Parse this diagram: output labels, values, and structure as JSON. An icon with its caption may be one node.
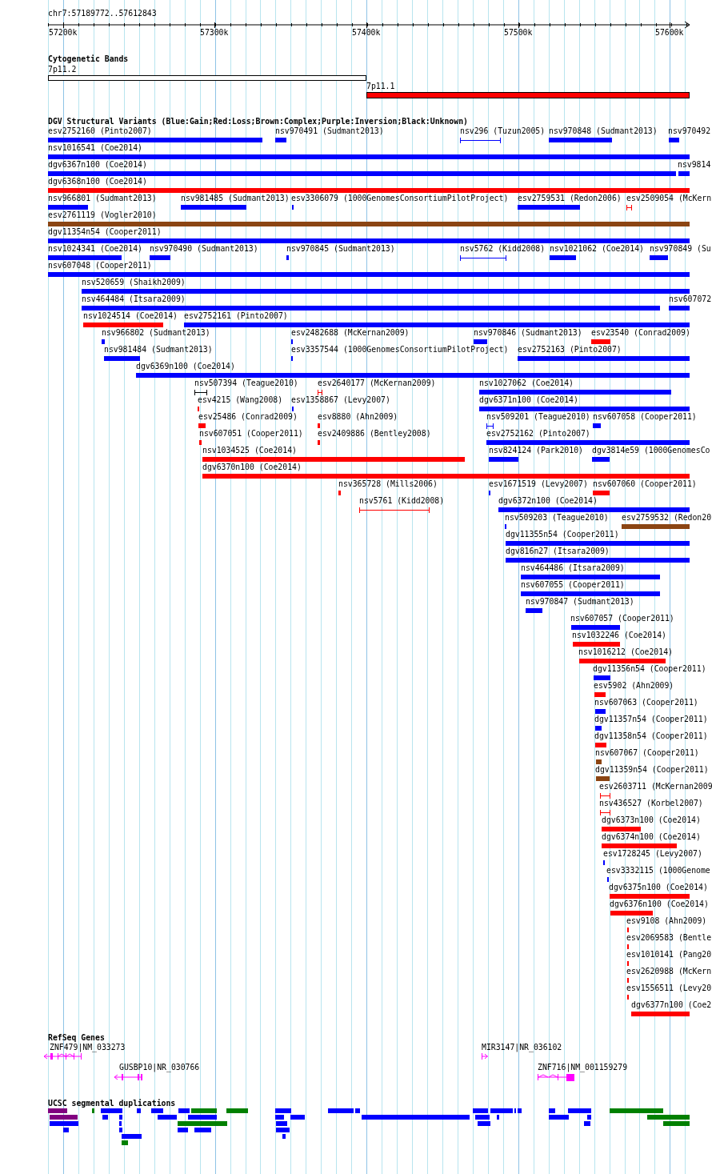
{
  "diagram": {
    "labels": [
      "chr7:57189772..57612843",
      "57200k",
      "57300k",
      "57400k",
      "57500k",
      "57600k",
      "Cytogenetic Bands",
      "7p11.2",
      "7p11.1",
      "DGV Structural Variants (Blue:Gain;Red:Loss;Brown:Complex;Purple:Inversion;Black:Unknown)",
      "esv2752160 (Pinto2007)",
      "nsv970491 (Sudmant2013)",
      "nsv296 (Tuzun2005)",
      "nsv970848 (Sudmant2013)",
      "nsv970492",
      "nsv1016541 (Coe2014)",
      "dgv6367n100 (Coe2014)",
      "nsv9814",
      "dgv6368n100 (Coe2014)",
      "nsv966801 (Sudmant2013)",
      "nsv981485 (Sudmant2013)",
      "esv3306079 (1000GenomesConsortiumPilotProject)",
      "esv2759531 (Redon2006)",
      "esv2509054 (McKern",
      "esv2761119 (Vogler2010)",
      "dgv11354n54 (Cooper2011)",
      "nsv1024341 (Coe2014)",
      "nsv970490 (Sudmant2013)",
      "nsv970845 (Sudmant2013)",
      "nsv5762 (Kidd2008)",
      "nsv1021062 (Coe2014)",
      "nsv970849 (Su",
      "nsv607048 (Cooper2011)",
      "nsv520659 (Shaikh2009)",
      "nsv464484 (Itsara2009)",
      "nsv607072",
      "nsv1024514 (Coe2014)",
      "esv2752161 (Pinto2007)",
      "nsv966802 (Sudmant2013)",
      "esv2482688 (McKernan2009)",
      "nsv970846 (Sudmant2013)",
      "esv23540 (Conrad2009)",
      "nsv981484 (Sudmant2013)",
      "esv3357544 (1000GenomesConsortiumPilotProject)",
      "esv2752163 (Pinto2007)",
      "dgv6369n100 (Coe2014)",
      "nsv507394 (Teague2010)",
      "esv2640177 (McKernan2009)",
      "nsv1027062 (Coe2014)",
      "esv4215 (Wang2008)",
      "esv1358867 (Levy2007)",
      "dgv6371n100 (Coe2014)",
      "esv25486 (Conrad2009)",
      "esv8880 (Ahn2009)",
      "nsv509201 (Teague2010)",
      "nsv607058 (Cooper2011)",
      "nsv607051 (Cooper2011)",
      "esv2409886 (Bentley2008)",
      "esv2752162 (Pinto2007)",
      "nsv1034525 (Coe2014)",
      "nsv824124 (Park2010)",
      "dgv3814e59 (1000GenomesCo",
      "dgv6370n100 (Coe2014)",
      "nsv365728 (Mills2006)",
      "esv1671519 (Levy2007)",
      "nsv607060 (Cooper2011)",
      "nsv5761 (Kidd2008)",
      "dgv6372n100 (Coe2014)",
      "nsv509203 (Teague2010)",
      "esv2759532 (Redon20",
      "dgv11355n54 (Cooper2011)",
      "dgv816n27 (Itsara2009)",
      "nsv464486 (Itsara2009)",
      "nsv607055 (Cooper2011)",
      "nsv970847 (Sudmant2013)",
      "nsv607057 (Cooper2011)",
      "nsv1032246 (Coe2014)",
      "nsv1016212 (Coe2014)",
      "dgv11356n54 (Cooper2011)",
      "esv5902 (Ahn2009)",
      "nsv607063 (Cooper2011)",
      "dgv11357n54 (Cooper2011)",
      "dgv11358n54 (Cooper2011)",
      "nsv607067 (Cooper2011)",
      "dgv11359n54 (Cooper2011)",
      "esv2603711 (McKernan2009",
      "nsv436527 (Korbel2007)",
      "dgv6373n100 (Coe2014)",
      "dgv6374n100 (Coe2014)",
      "esv1728245 (Levy2007)",
      "esv3332115 (1000Genome",
      "dgv6375n100 (Coe2014)",
      "dgv6376n100 (Coe2014)",
      "esv9108 (Ahn2009)",
      "esv2069583 (Bentle",
      "esv1010141 (Pang20",
      "esv2620988 (McKern",
      "esv1556511 (Levy20",
      "dgv6377n100 (Coe2",
      "RefSeq Genes",
      "ZNF479|NM_033273",
      "MIR3147|NR_036102",
      "GUSBP10|NR_030766",
      "ZNF716|NM_001159279",
      "UCSC segmental duplications"
    ]
  }
}
